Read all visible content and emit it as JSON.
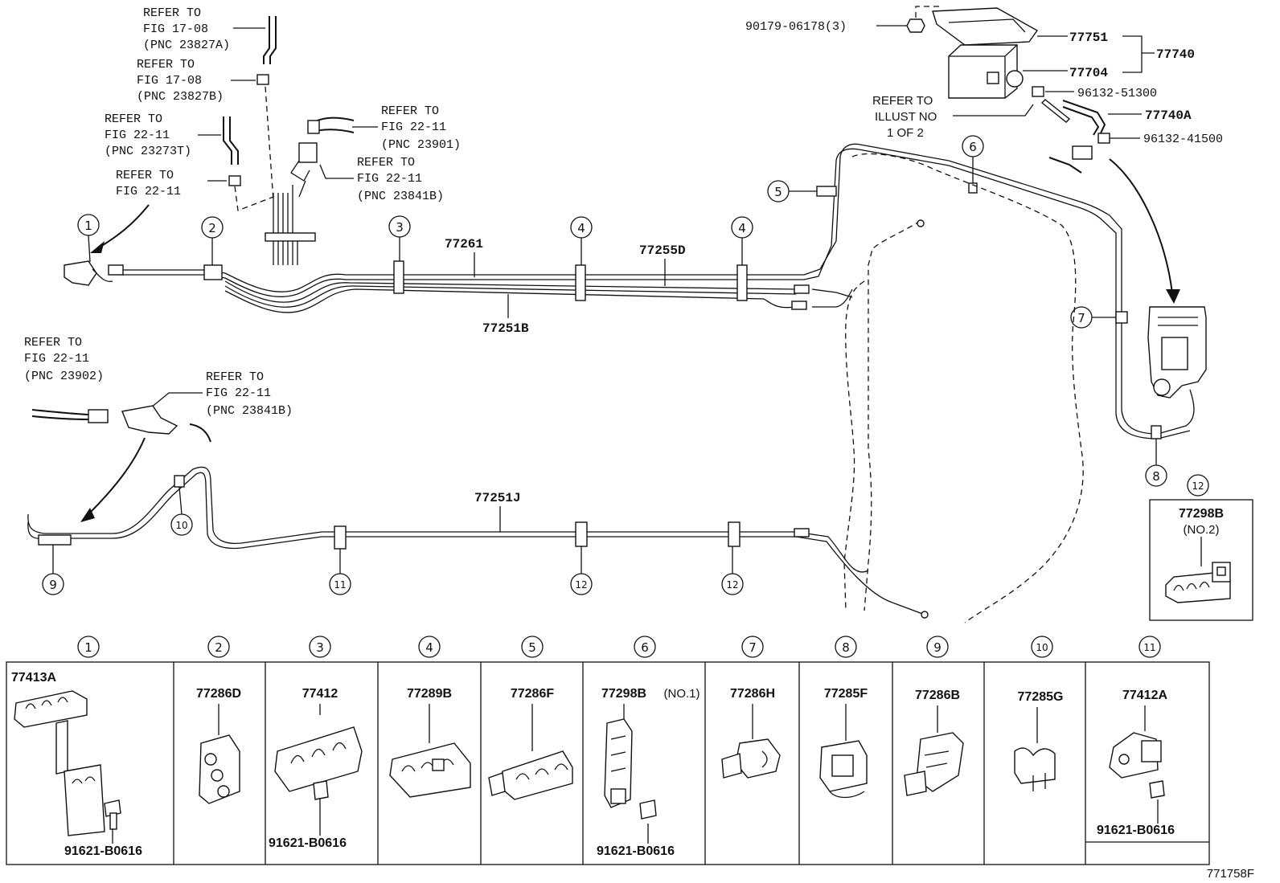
{
  "refs": {
    "r1": [
      "REFER TO",
      "FIG 17-08",
      "(PNC 23827A)"
    ],
    "r2": [
      "REFER TO",
      "FIG 17-08",
      "(PNC 23827B)"
    ],
    "r3": [
      "REFER TO",
      "FIG 22-11",
      "(PNC 23273T)"
    ],
    "r4": [
      "REFER TO",
      "FIG 22-11"
    ],
    "r5": [
      "REFER TO",
      "FIG 22-11",
      "(PNC 23901)"
    ],
    "r6": [
      "REFER TO",
      "FIG 22-11",
      "(PNC 23841B)"
    ],
    "r7": [
      "REFER TO",
      "FIG 22-11",
      "(PNC 23902)"
    ],
    "r8": [
      "REFER TO",
      "FIG 22-11",
      "(PNC 23841B)"
    ],
    "r9": [
      "REFER TO",
      "ILLUST NO",
      "1 OF 2"
    ]
  },
  "top_parts": {
    "p90179": "90179-06178(3)",
    "p77751": "77751",
    "p77740": "77740",
    "p77704": "77704",
    "p96132a": "96132-51300",
    "p77740A": "77740A",
    "p96132b": "96132-41500",
    "p77261": "77261",
    "p77255D": "77255D",
    "p77251B": "77251B",
    "p77251J": "77251J",
    "p77298B2": "77298B",
    "p77298B2_sub": "(NO.2)"
  },
  "callouts": {
    "c1": "①",
    "c2": "②",
    "c3": "③",
    "c4": "④",
    "c5": "⑤",
    "c6": "⑥",
    "c7": "⑦",
    "c8": "⑧",
    "c9": "⑨",
    "c10": "⑩",
    "c11": "⑪",
    "c12": "⑫"
  },
  "clamp_table": [
    {
      "callout": "①",
      "part": "77413A",
      "bolt": "91621-B0616"
    },
    {
      "callout": "②",
      "part": "77286D",
      "bolt": ""
    },
    {
      "callout": "③",
      "part": "77412",
      "bolt": "91621-B0616"
    },
    {
      "callout": "④",
      "part": "77289B",
      "bolt": ""
    },
    {
      "callout": "⑤",
      "part": "77286F",
      "bolt": ""
    },
    {
      "callout": "⑥",
      "part": "77298B",
      "sub": "(NO.1)",
      "bolt": "91621-B0616"
    },
    {
      "callout": "⑦",
      "part": "77286H",
      "bolt": ""
    },
    {
      "callout": "⑧",
      "part": "77285F",
      "bolt": ""
    },
    {
      "callout": "⑨",
      "part": "77286B",
      "bolt": ""
    },
    {
      "callout": "⑩",
      "part": "77285G",
      "bolt": ""
    },
    {
      "callout": "⑪",
      "part": "77412A",
      "bolt": "91621-B0616"
    }
  ],
  "figure_id": "771758F"
}
